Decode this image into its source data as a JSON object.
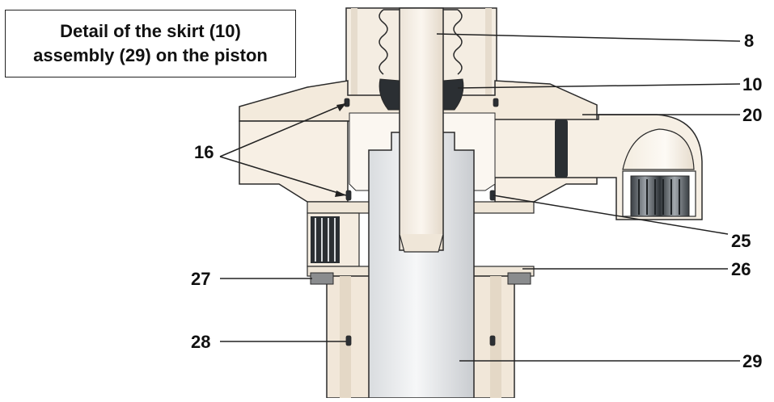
{
  "title": {
    "line1": "Detail of the skirt (10)",
    "line2": "assembly (29) on the piston"
  },
  "callouts": [
    {
      "id": "8",
      "label": "8"
    },
    {
      "id": "10",
      "label": "10"
    },
    {
      "id": "20",
      "label": "20"
    },
    {
      "id": "16",
      "label": "16"
    },
    {
      "id": "25",
      "label": "25"
    },
    {
      "id": "27",
      "label": "27"
    },
    {
      "id": "26",
      "label": "26"
    },
    {
      "id": "28",
      "label": "28"
    },
    {
      "id": "29",
      "label": "29"
    }
  ],
  "colors": {
    "body": "#f7efe4",
    "body_shade": "#ebe0d1",
    "outline": "#2a2a2a",
    "piston": "#eceef0",
    "seal": "#2b2f33",
    "grey_part": "#8a8c8e"
  }
}
